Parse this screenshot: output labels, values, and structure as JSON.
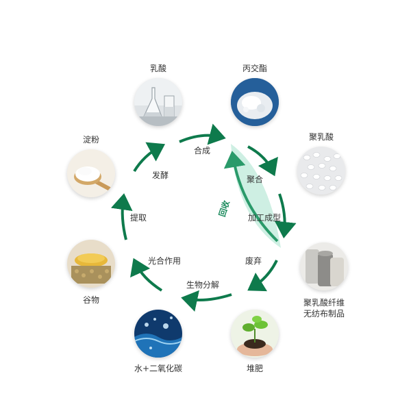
{
  "nodes": {
    "lactic_acid": "乳酸",
    "lactide": "丙交酯",
    "pla": "聚乳酸",
    "starch": "淀粉",
    "grain": "谷物",
    "pla_fiber_line1": "聚乳酸纤维",
    "pla_fiber_line2": "无纺布制品",
    "water_co2": "水+二氧化碳",
    "compost": "堆肥"
  },
  "steps": {
    "synthesis": "合成",
    "polymerization": "聚合",
    "processing": "加工成型",
    "discard": "废弃",
    "biodegradation": "生物分解",
    "photosynthesis": "光合作用",
    "extraction": "提取",
    "fermentation": "发酵",
    "recycle": "回收"
  },
  "colors": {
    "arrow": "#0e7a4c",
    "recycle_fill": "#c9ede0",
    "recycle_arrow": "#2a9a6a",
    "text": "#333333"
  }
}
